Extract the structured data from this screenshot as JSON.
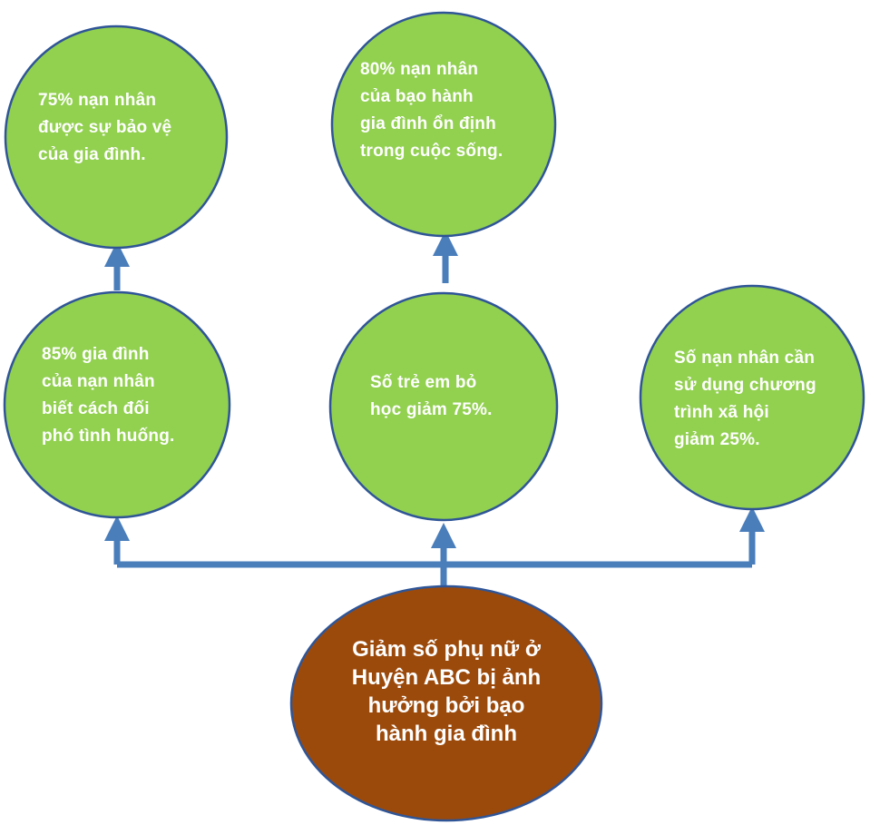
{
  "colors": {
    "circle_fill": "#92D050",
    "circle_stroke": "#2F5597",
    "root_fill": "#9C4A0B",
    "connector": "#4A7EBB",
    "text": "#FFFFFF"
  },
  "nodes": {
    "top_left": "75% nạn nhân\nđược sự bảo vệ\ncủa gia đình.",
    "top_center": "80% nạn nhân\ncủa bạo hành\ngia đình ổn định\ntrong cuộc sống.",
    "mid_left": "85% gia đình\ncủa nạn nhân\nbiết cách đối\nphó tình huống.",
    "mid_center": "Số trẻ em bỏ\nhọc giảm 75%.",
    "mid_right": "Số nạn nhân cần\nsử dụng chương\ntrình xã hội\ngiảm 25%."
  },
  "root": {
    "text": "Giảm số phụ nữ ở\nHuyện ABC bị ảnh\nhưởng bởi bạo\nhành gia đình"
  }
}
